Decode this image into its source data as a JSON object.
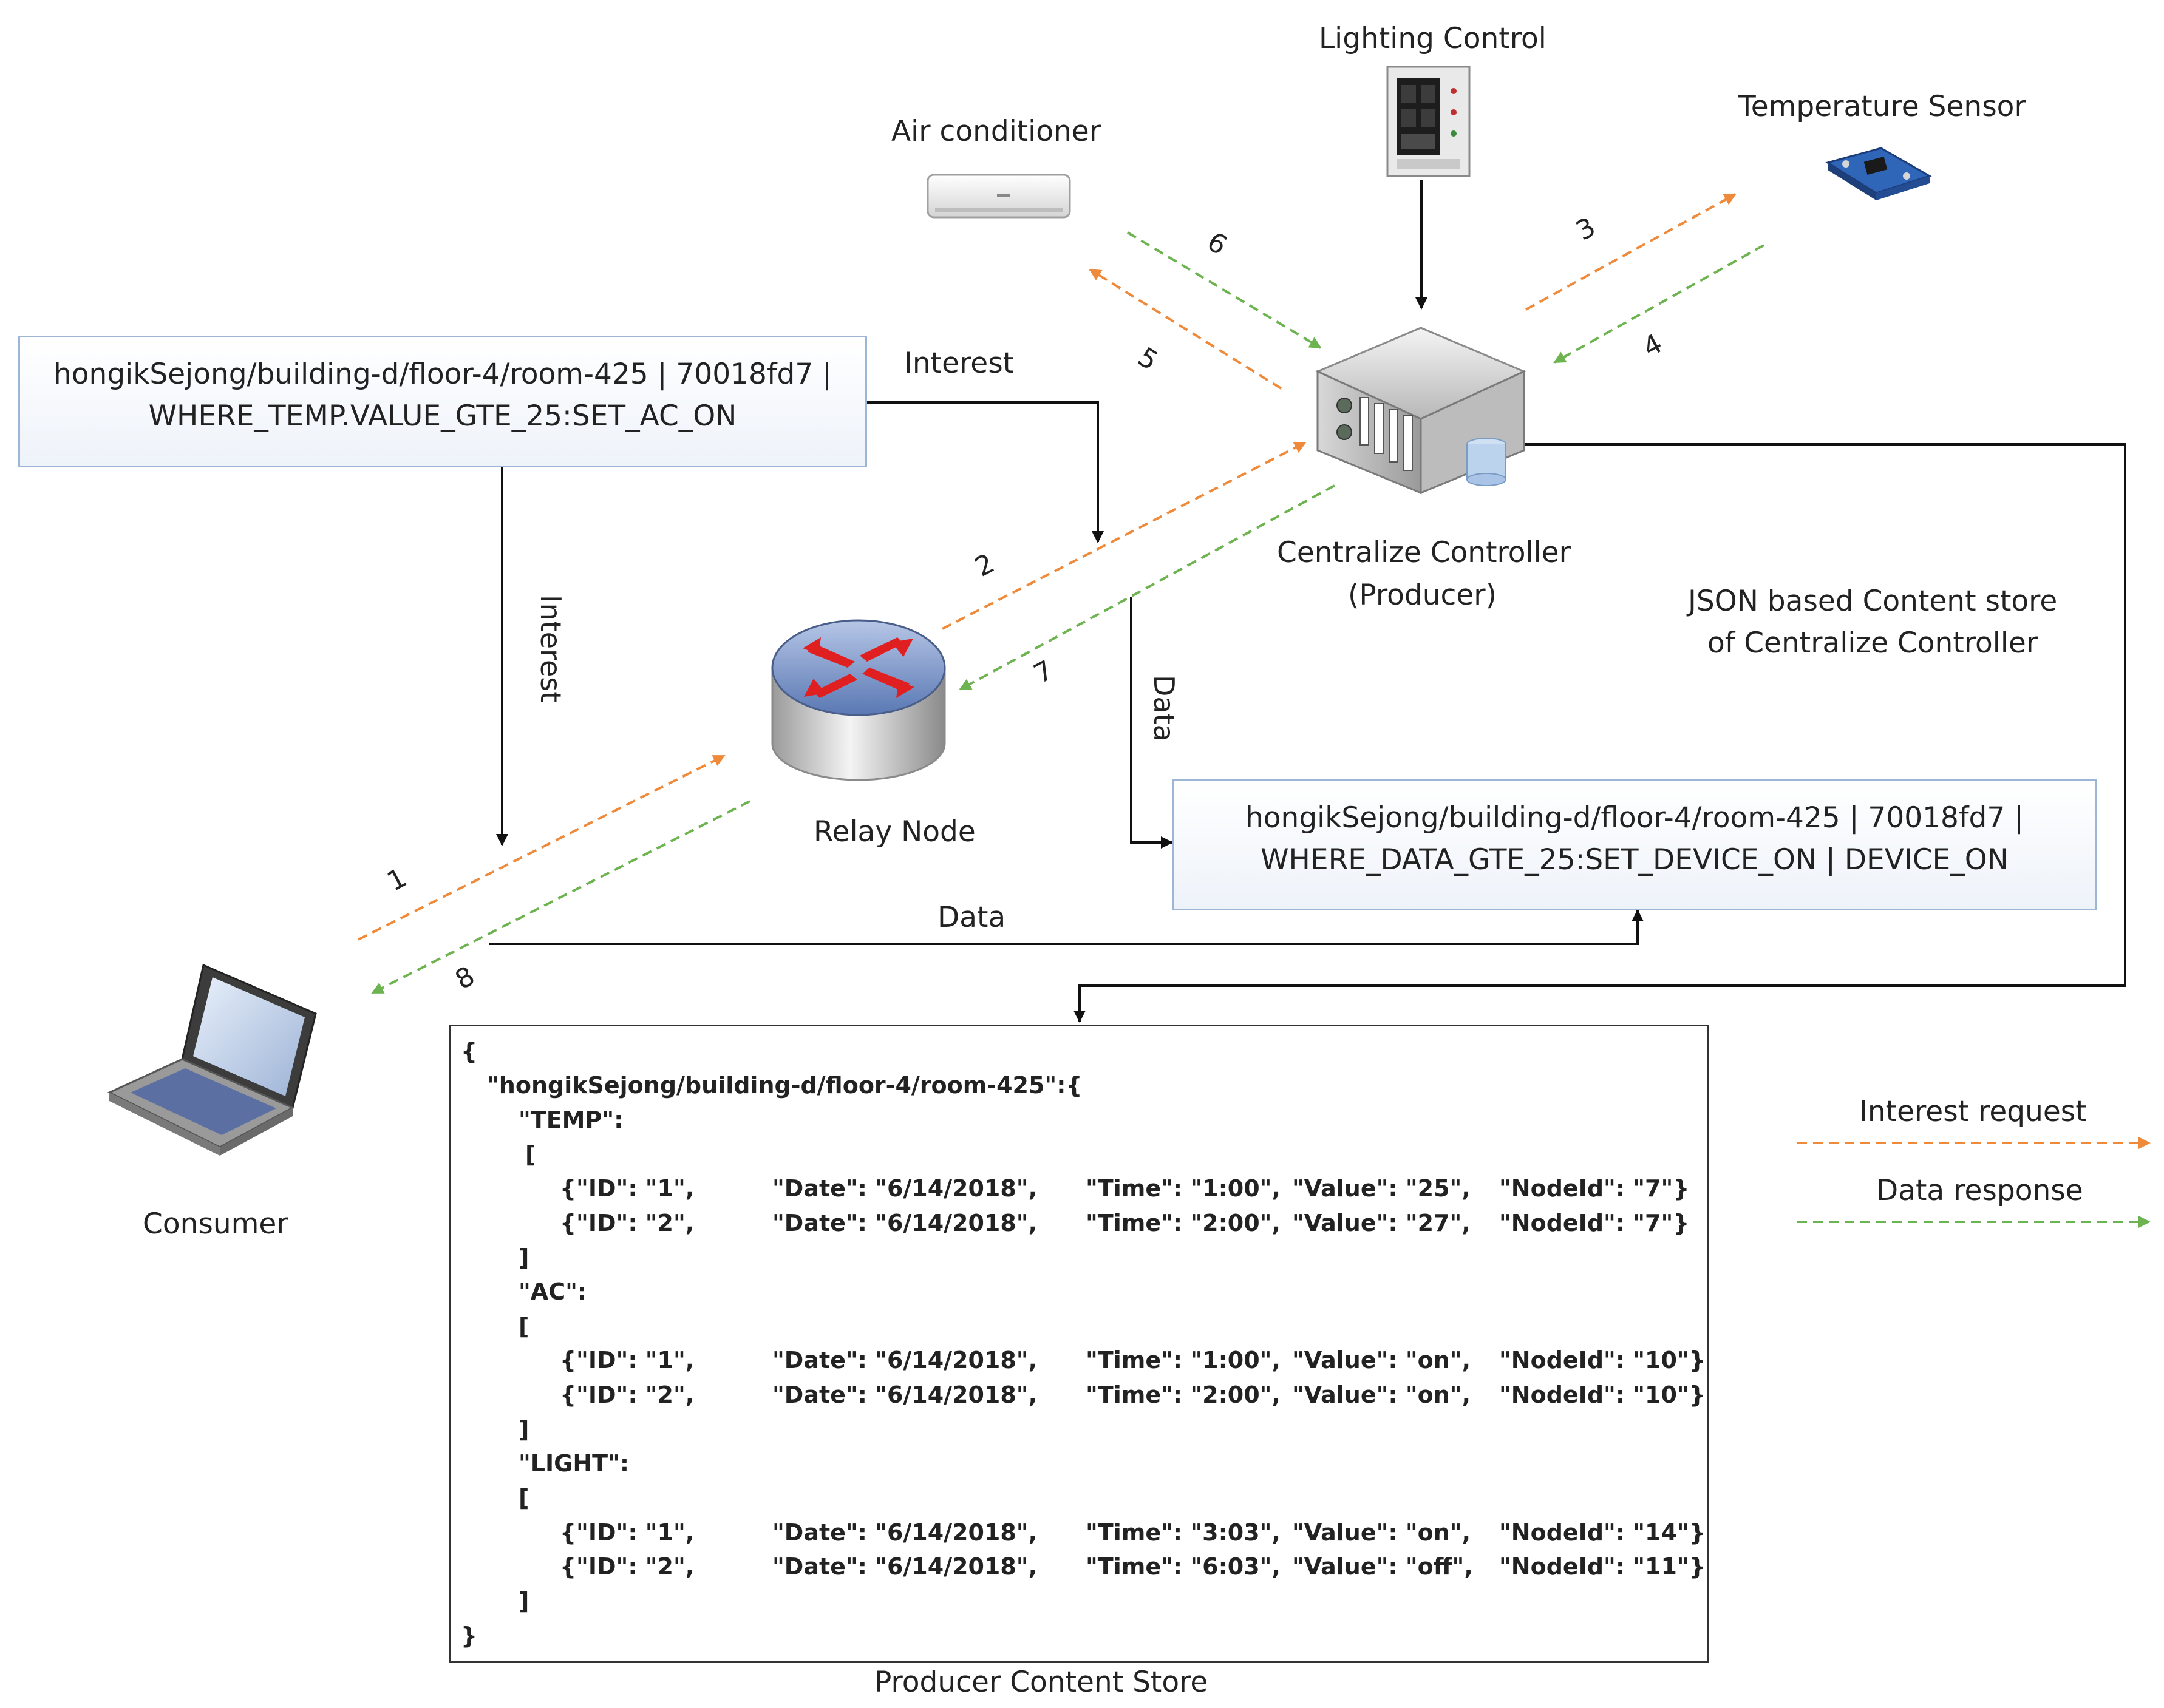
{
  "devices": {
    "lighting": "Lighting Control",
    "air_conditioner": "Air conditioner",
    "temp_sensor": "Temperature Sensor",
    "controller_line1": "Centralize Controller",
    "controller_line2": "(Producer)",
    "relay": "Relay Node",
    "consumer": "Consumer"
  },
  "labels": {
    "interest_top": "Interest",
    "interest_vertical": "Interest",
    "data_vertical": "Data",
    "data_bottom": "Data",
    "json_store_line1": "JSON based Content store",
    "json_store_line2": "of Centralize Controller",
    "producer_store": "Producer Content Store"
  },
  "steps": [
    "1",
    "2",
    "3",
    "4",
    "5",
    "6",
    "7",
    "8"
  ],
  "interest_box": {
    "line1": "hongikSejong/building-d/floor-4/room-425 | 70018fd7 |",
    "line2": "WHERE_TEMP.VALUE_GTE_25:SET_AC_ON"
  },
  "data_box": {
    "line1": "hongikSejong/building-d/floor-4/room-425 | 70018fd7 |",
    "line2": "WHERE_DATA_GTE_25:SET_DEVICE_ON  | DEVICE_ON"
  },
  "legend": {
    "interest": "Interest request",
    "data": "Data response",
    "interest_color": "#ef8a3a",
    "data_color": "#6db34f"
  },
  "content_store": {
    "open": "{",
    "key": "\"hongikSejong/building-d/floor-4/room-425\":{",
    "sections": [
      {
        "name": "\"TEMP\":",
        "open": "[",
        "close": "]",
        "rows": [
          [
            "{\"ID\": \"1\",",
            "\"Date\": \"6/14/2018\",",
            "\"Time\": \"1:00\",",
            "\"Value\": \"25\",",
            "\"NodeId\": \"7\"}"
          ],
          [
            "{\"ID\": \"2\",",
            "\"Date\": \"6/14/2018\",",
            "\"Time\": \"2:00\",",
            "\"Value\": \"27\",",
            "\"NodeId\": \"7\"}"
          ]
        ]
      },
      {
        "name": "\"AC\":",
        "open": "[",
        "close": "]",
        "rows": [
          [
            "{\"ID\": \"1\",",
            "\"Date\": \"6/14/2018\",",
            "\"Time\": \"1:00\",",
            "\"Value\": \"on\",",
            "\"NodeId\": \"10\"}"
          ],
          [
            "{\"ID\": \"2\",",
            "\"Date\": \"6/14/2018\",",
            "\"Time\": \"2:00\",",
            "\"Value\": \"on\",",
            "\"NodeId\": \"10\"}"
          ]
        ]
      },
      {
        "name": "\"LIGHT\":",
        "open": "[",
        "close": "]",
        "rows": [
          [
            "{\"ID\": \"1\",",
            "\"Date\": \"6/14/2018\",",
            "\"Time\": \"3:03\",",
            "\"Value\": \"on\",",
            "\"NodeId\": \"14\"}"
          ],
          [
            "{\"ID\": \"2\",",
            "\"Date\": \"6/14/2018\",",
            "\"Time\": \"6:03\",",
            "\"Value\": \"off\",",
            "\"NodeId\": \"11\"}"
          ]
        ]
      }
    ],
    "close": "}"
  }
}
